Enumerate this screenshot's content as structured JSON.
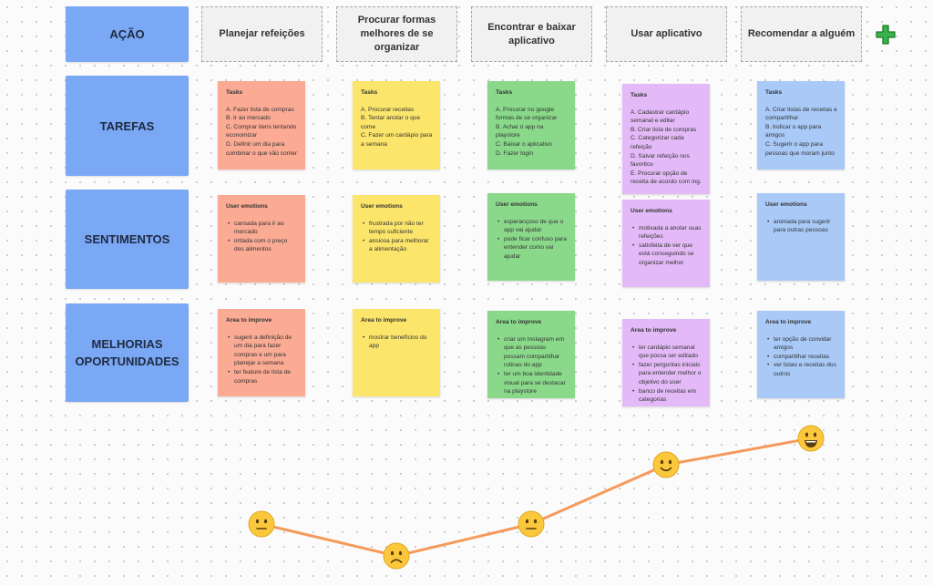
{
  "rows": {
    "acao": "AÇÃO",
    "tarefas": "TAREFAS",
    "sentimentos": "SENTIMENTOS",
    "melhorias": "MELHORIAS\nOPORTUNIDADES"
  },
  "columns": [
    "Planejar refeições",
    "Procurar formas\nmelhores de se organizar",
    "Encontrar e baixar\naplicativo",
    "Usar aplicativo",
    "Recomendar a alguém"
  ],
  "tasks": [
    {
      "title": "Tasks",
      "items": [
        "A. Fazer lista de compras",
        "B. Ir ao mercado",
        "C. Comprar itens tentando economizar",
        "D. Definir um dia para combinar o que vão comer"
      ]
    },
    {
      "title": "Tasks",
      "items": [
        "A. Procurar receitas",
        "B. Tentar anotar o que come",
        "C. Fazer um cardápio para a semana"
      ]
    },
    {
      "title": "Tasks",
      "items": [
        "A. Procurar no google formas de se organizar",
        "B. Achar o app na playstore",
        "C. Baixar o aplicativo",
        "D. Fazer login"
      ]
    },
    {
      "title": "Tasks",
      "items": [
        "A. Cadastrar cardápio semanal e editar",
        "B. Criar lista de compras",
        "C. Categorizar cada refeição",
        "D. Salvar refeição nos favoritos",
        "E. Procurar opção de receita de acordo com ing."
      ]
    },
    {
      "title": "Tasks",
      "items": [
        "A. Criar listas de receitas e compartilhar",
        "B. Indicar o app para amigos",
        "C. Sugerir o app para pessoas que moram junto"
      ]
    }
  ],
  "emotions": [
    {
      "title": "User emotions",
      "items": [
        "cansada para ir ao mercado",
        "irritada com o preço dos alimentos"
      ]
    },
    {
      "title": "User emotions",
      "items": [
        "frustrada por não ter tempo suficiente",
        "ansiosa para melhorar a alimentação"
      ]
    },
    {
      "title": "User emotions",
      "items": [
        "esperançoso de que o app vai ajudar",
        "pode ficar confuso para entender como vai ajudar"
      ]
    },
    {
      "title": "User emotions",
      "items": [
        "motivada a anotar suas refeições",
        "satisfeita de ver que está conseguindo se organizar melhor"
      ]
    },
    {
      "title": "User emotions",
      "items": [
        "animada para sugerir para outras pessoas"
      ]
    }
  ],
  "improvements": [
    {
      "title": "Area to improve",
      "items": [
        "sugerir a definição de um dia para fazer compras e um para planejar a semana",
        "ter feature de lista de compras"
      ]
    },
    {
      "title": "Area to improve",
      "items": [
        "mostrar benefícios do app"
      ]
    },
    {
      "title": "Area to improve",
      "items": [
        "criar um Instagram em que as pessoas possam compartilhar rotinas do app",
        "ter um boa identidade visual para se destacar na playstore"
      ]
    },
    {
      "title": "Area to improve",
      "items": [
        "ter cardápio semanal que possa ser editado",
        "fazer perguntas iniciais para entender melhor o objetivo do user",
        "banco de receitas em categorias"
      ]
    },
    {
      "title": "Area to improve",
      "items": [
        "ter opção de convidar amigos",
        "compartilhar receitas",
        "ver listas e receitas dos outros"
      ]
    }
  ],
  "journey": [
    {
      "stage": "Planejar refeições",
      "mood": "neutral"
    },
    {
      "stage": "Procurar formas melhores de se organizar",
      "mood": "sad"
    },
    {
      "stage": "Encontrar e baixar aplicativo",
      "mood": "neutral"
    },
    {
      "stage": "Usar aplicativo",
      "mood": "smile"
    },
    {
      "stage": "Recomendar a alguém",
      "mood": "happy"
    }
  ],
  "colors": {
    "row_label": "#7aa8f5",
    "stage_1": "#fbaa94",
    "stage_2": "#fbe56b",
    "stage_3": "#8ad98b",
    "stage_4": "#e3baf7",
    "stage_5": "#a9c9f7",
    "journey_line": "#f59a5a",
    "emoji": "#fbc83c",
    "add": "#38b34a"
  },
  "icons": {
    "add": "plus-icon",
    "moods": [
      "neutral-face-icon",
      "sad-face-icon",
      "neutral-face-icon",
      "smiling-face-icon",
      "grinning-face-icon"
    ]
  }
}
